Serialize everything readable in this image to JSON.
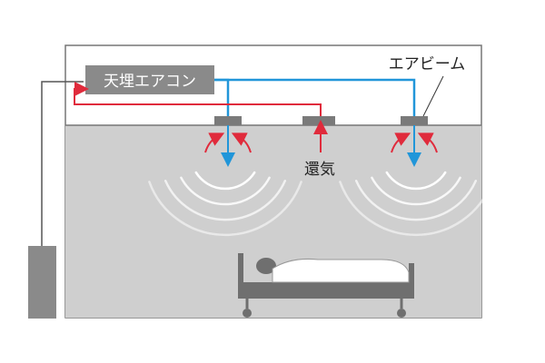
{
  "labels": {
    "ceiling_ac": "天埋エアコン",
    "air_beam": "エアビーム",
    "return_air": "還気"
  },
  "colors": {
    "supply_air": "#2196d9",
    "return_air": "#e02b3c",
    "room_fill": "#cfcfcf",
    "unit_fill": "#8a8a8a",
    "outline": "#555555"
  }
}
